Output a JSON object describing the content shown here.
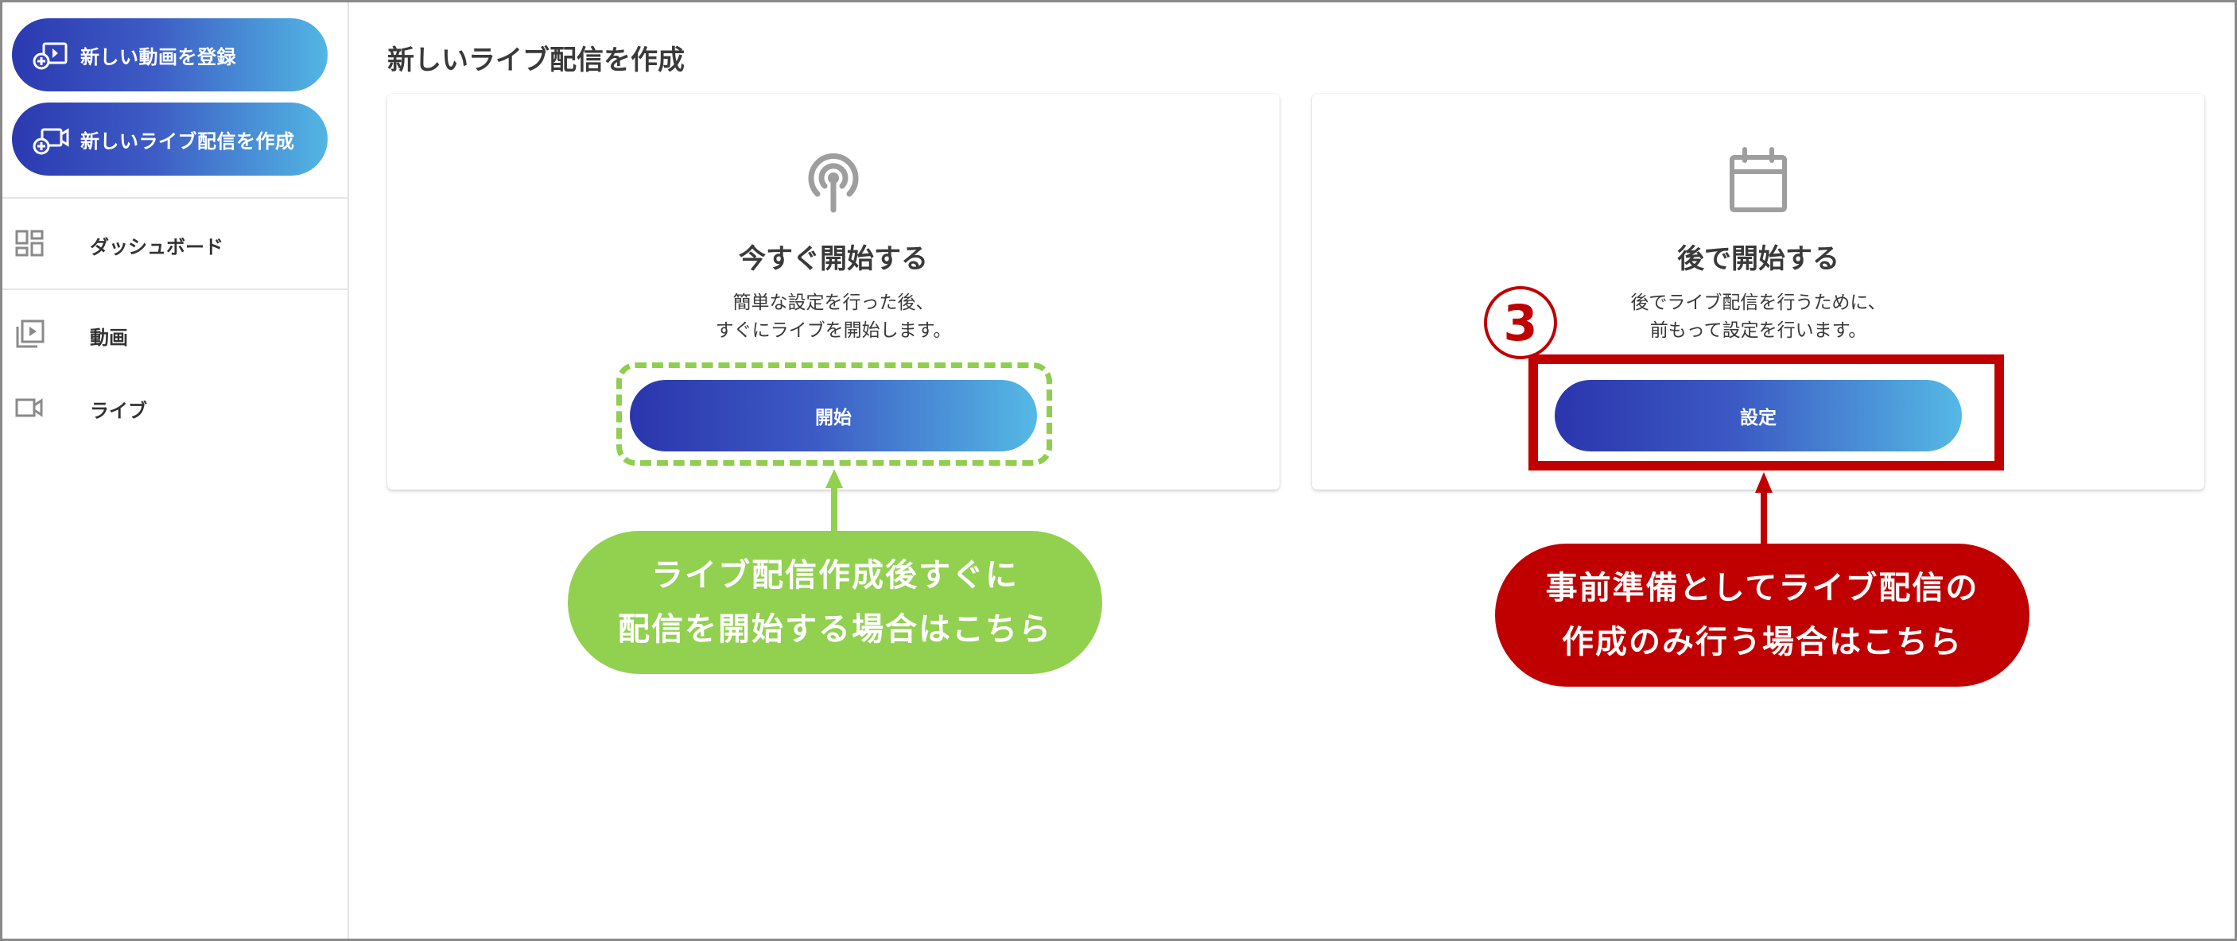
{
  "sidebar": {
    "new_video_label": "新しい動画を登録",
    "new_live_label": "新しいライブ配信を作成",
    "nav": [
      {
        "label": "ダッシュボード",
        "icon": "dashboard-icon"
      },
      {
        "label": "動画",
        "icon": "video-library-icon"
      },
      {
        "label": "ライブ",
        "icon": "camera-icon"
      }
    ]
  },
  "main": {
    "page_title": "新しいライブ配信を作成",
    "cards": [
      {
        "icon": "broadcast-icon",
        "title": "今すぐ開始する",
        "desc_line1": "簡単な設定を行った後、",
        "desc_line2": "すぐにライブを開始します。",
        "button_label": "開始"
      },
      {
        "icon": "calendar-icon",
        "title": "後で開始する",
        "desc_line1": "後でライブ配信を行うために、",
        "desc_line2": "前もって設定を行います。",
        "button_label": "設定"
      }
    ]
  },
  "annotations": {
    "step_number": "3",
    "green_line1": "ライブ配信作成後すぐに",
    "green_line2": "配信を開始する場合はこちら",
    "red_line1": "事前準備としてライブ配信の",
    "red_line2": "作成のみ行う場合はこちら",
    "green_color": "#92d050",
    "red_color": "#c00000"
  },
  "colors": {
    "button_gradient_start": "#2b35ad",
    "button_gradient_end": "#55b9e5",
    "icon_gray": "#9e9e9e"
  }
}
